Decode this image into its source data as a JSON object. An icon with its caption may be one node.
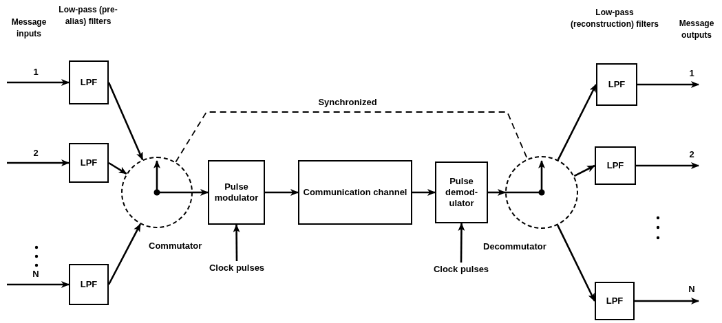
{
  "diagram": {
    "nodes": [
      {
        "text": [
          "LPF"
        ]
      },
      {
        "text": [
          "LPF"
        ]
      },
      {
        "text": [
          "LPF"
        ]
      },
      {
        "text": [],
        "shape": "circle",
        "beside": [
          "Commutator"
        ]
      },
      {
        "text": [
          "Pulse modulator"
        ]
      },
      {
        "text": [
          "Communication channel"
        ]
      },
      {
        "text": [
          "Pulse demod- ulator"
        ]
      },
      {
        "text": [],
        "shape": "circle",
        "beside": [
          "Decommutator"
        ]
      },
      {
        "text": [
          "LPF"
        ]
      },
      {
        "text": [
          "LPF"
        ]
      },
      {
        "text": [
          "LPF"
        ]
      },
      {
        "text": [
          "Clock pulses"
        ]
      },
      {
        "text": [
          "Clock pulses"
        ]
      }
    ],
    "edges": [
      {
        "from": null,
        "to": 0,
        "arrow": "to",
        "label": "1"
      },
      {
        "from": null,
        "to": 1,
        "arrow": "to",
        "label": "2"
      },
      {
        "from": null,
        "to": 2,
        "arrow": "to",
        "label": "N"
      },
      {
        "from": 0,
        "to": 3,
        "arrow": "to"
      },
      {
        "from": 1,
        "to": 3,
        "arrow": "to"
      },
      {
        "from": 2,
        "to": 3,
        "arrow": "to"
      },
      {
        "from": 3,
        "to": 4,
        "arrow": "to"
      },
      {
        "from": 4,
        "to": 5,
        "arrow": "to"
      },
      {
        "from": 5,
        "to": 6,
        "arrow": "to"
      },
      {
        "from": 6,
        "to": 7,
        "arrow": "to"
      },
      {
        "from": 7,
        "to": 8,
        "arrow": "to"
      },
      {
        "from": 7,
        "to": 9,
        "arrow": "to"
      },
      {
        "from": 7,
        "to": 10,
        "arrow": "to"
      },
      {
        "from": 8,
        "to": null,
        "arrow": "to",
        "label": "1"
      },
      {
        "from": 9,
        "to": null,
        "arrow": "to",
        "label": "2"
      },
      {
        "from": 10,
        "to": null,
        "arrow": "to",
        "label": "N"
      },
      {
        "from": 11,
        "to": 4,
        "arrow": "to"
      },
      {
        "from": 12,
        "to": 6,
        "arrow": "to"
      },
      {
        "from": 3,
        "to": 7,
        "arrow": "none",
        "style": "dashed",
        "label": "Synchronized"
      }
    ],
    "labels": [
      "Message inputs",
      "Low-pass (pre-alias) filters",
      "Low-pass (reconstruction) filters",
      "Message outputs"
    ]
  }
}
